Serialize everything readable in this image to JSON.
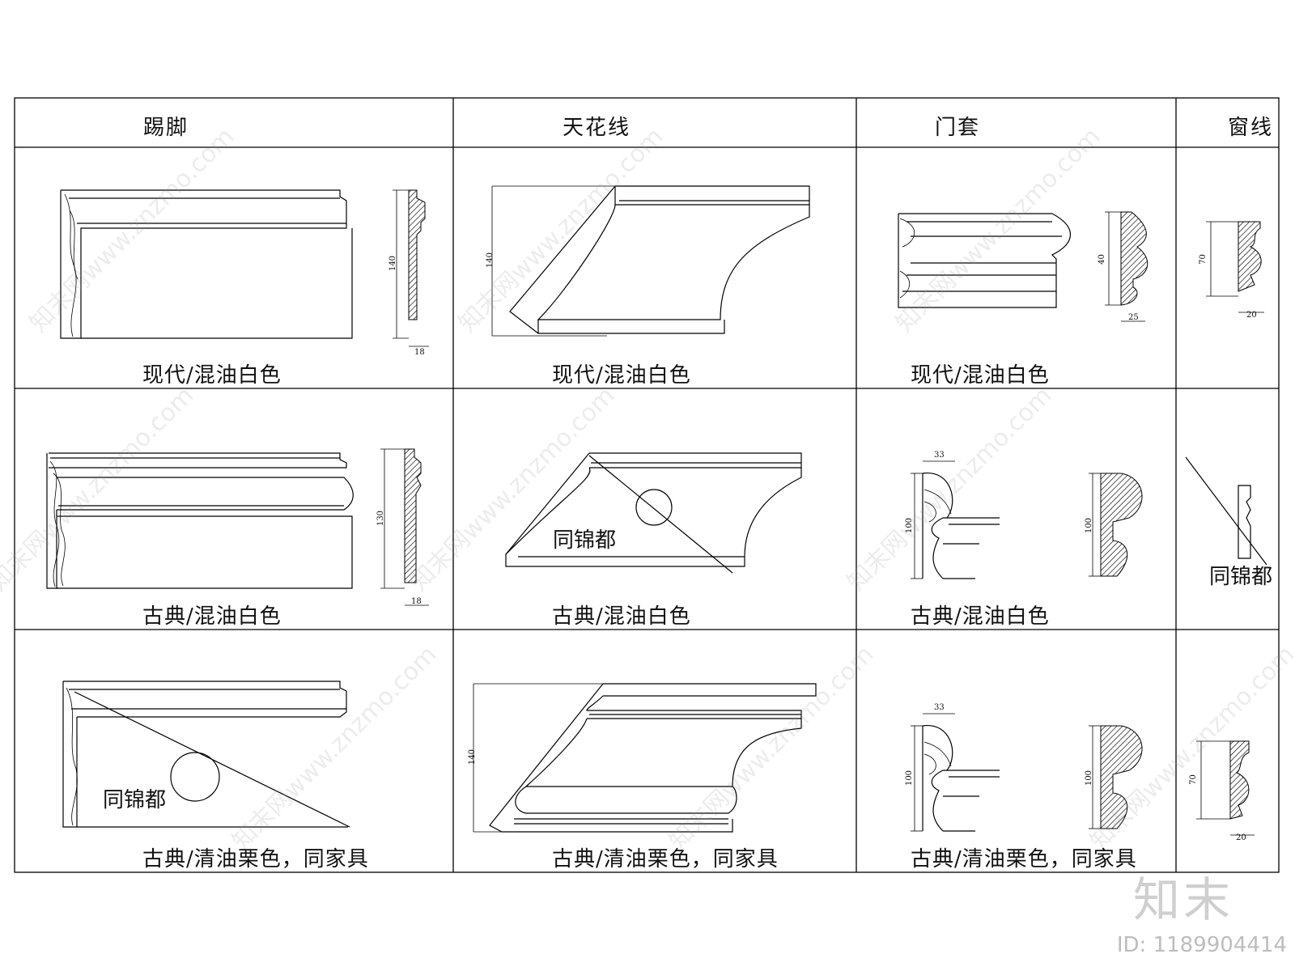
{
  "headers": [
    "踢脚",
    "天花线",
    "门套",
    "窗线"
  ],
  "captions": {
    "modern": "现代/混油白色",
    "classic_white": "古典/混油白色",
    "classic_varnish": "古典/清油栗色，同家具"
  },
  "notes": {
    "same_as": "同锦都"
  },
  "dims": {
    "skirting_modern_h": "140",
    "skirting_modern_w": "18",
    "skirting_classic_h": "130",
    "skirting_classic_w": "18",
    "ceiling_modern_h": "140",
    "ceiling_varnish_h": "140",
    "door_modern_h": "40",
    "door_modern_w": "25",
    "door_classic_top": "33",
    "door_classic_h": "100",
    "door_classic_h2": "100",
    "door_varnish_top": "33",
    "door_varnish_h": "100",
    "door_varnish_h2": "100",
    "win_modern_h": "70",
    "win_modern_w": "20",
    "win_varnish_h": "70",
    "win_varnish_w": "20"
  },
  "watermark": "知末网www.znzmo.com",
  "brand": {
    "logo": "知末",
    "id": "ID: 1189904414"
  }
}
